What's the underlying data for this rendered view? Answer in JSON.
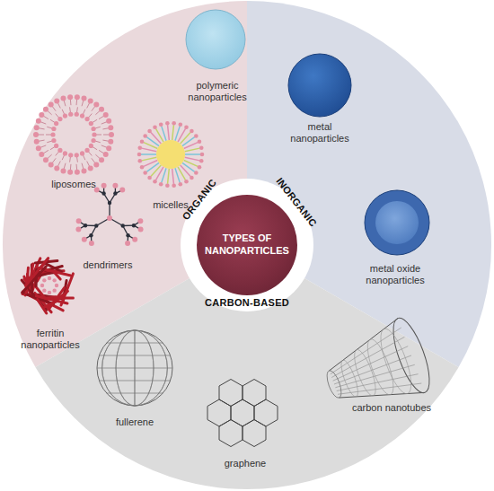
{
  "diagram": {
    "nodes": [
      {
        "text": [
          "TYPES OF NANOPARTICLES"
        ]
      }
    ],
    "labels": [
      "ORGANIC",
      "INORGANIC",
      "CARBON-BASED",
      "polymeric nanoparticles",
      "metal nanoparticles",
      "liposomes",
      "micelles",
      "dendrimers",
      "metal oxide nanoparticles",
      "ferritin nanoparticles",
      "fullerene",
      "carbon nanotubes",
      "graphene"
    ]
  }
}
